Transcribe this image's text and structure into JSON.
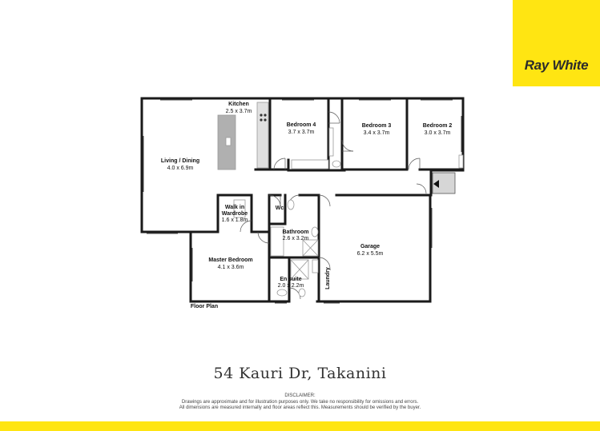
{
  "brand": {
    "name": "Ray White",
    "color": "#ffe512",
    "text_color": "#2b2b2b"
  },
  "plan": {
    "label": "Floor Plan",
    "rooms": [
      {
        "name": "Kitchen",
        "dims": "2.5 x 3.7m"
      },
      {
        "name": "Living / Dining",
        "dims": "4.0 x 6.9m"
      },
      {
        "name": "Bedroom 4",
        "dims": "3.7 x 3.7m"
      },
      {
        "name": "Bedroom 3",
        "dims": "3.4 x 3.7m"
      },
      {
        "name": "Bedroom 2",
        "dims": "3.0 x 3.7m"
      },
      {
        "name_lines": [
          "Walk in",
          "Wardrobe"
        ],
        "dims": "1.6 x 1.8m"
      },
      {
        "name": "Wc"
      },
      {
        "name": "Bathroom",
        "dims": "2.6 x 3.2m"
      },
      {
        "name": "Garage",
        "dims": "6.2 x 5.5m"
      },
      {
        "name": "Master Bedroom",
        "dims": "4.1 x 3.6m"
      },
      {
        "name": "En suite",
        "dims": "2.0 x 2.2m"
      },
      {
        "name": "Laundry"
      }
    ]
  },
  "address": "54 Kauri Dr, Takanini",
  "disclaimer": {
    "title": "DISCLAIMER:",
    "line1": "Drawings are approximate and for illustration purposes only. We take no responsibility for omissions and errors.",
    "line2": "All dimensions are measured internally and floor areas reflect this. Measurements should be verified by the buyer."
  },
  "colors": {
    "wall": "#1a1a1a",
    "fixture": "#9a9a9a",
    "island": "#b0b0b0"
  }
}
